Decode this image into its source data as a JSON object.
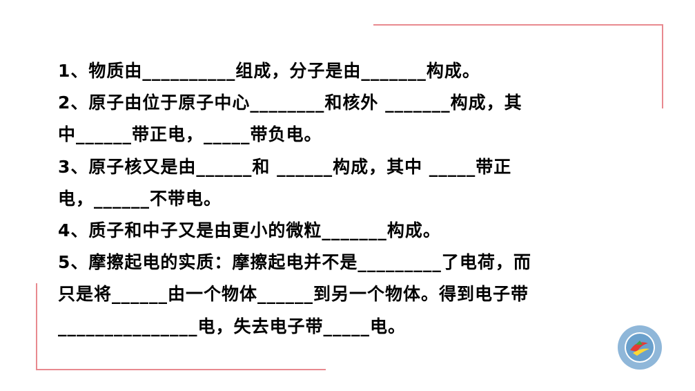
{
  "questions": [
    "1、物质由__________组成，分子是由_______构成。",
    "2、原子由位于原子中心________和核外 _______构成，其",
    "中______带正电，_____带负电。",
    "3、原子核又是由______和 ______构成，其中 _____带正",
    "电，______不带电。",
    "4、质子和中子又是由更小的微粒_______构成。",
    "5、摩擦起电的实质：摩擦起电并不是_________了电荷，而",
    "只是将______由一个物体______到另一个物体。得到电子带",
    "_______________电，失去电子带_____电。"
  ],
  "colors": {
    "frame": "#e8898f",
    "logo_ring": "#8fb7d9",
    "logo_inner": "#6aa0cc"
  },
  "logo": {
    "icon": "school-emblem-icon"
  }
}
